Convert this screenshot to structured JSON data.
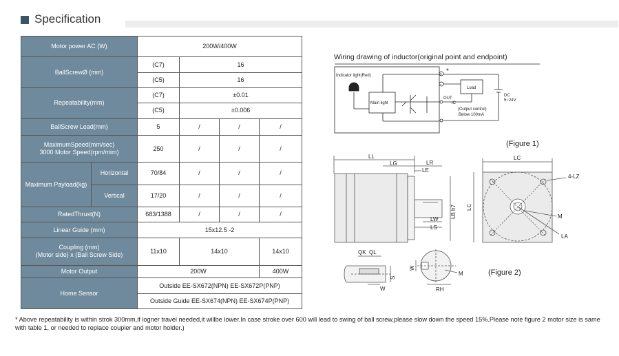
{
  "header": {
    "title": "Specification"
  },
  "table": {
    "motor_power_label": "Motor power AC (W)",
    "motor_power_value": "200W/400W",
    "ballscrew_label": "BallScrewØ (mm)",
    "ballscrew_c7_grade": "(C7)",
    "ballscrew_c7_value": "16",
    "ballscrew_c5_grade": "(C5)",
    "ballscrew_c5_value": "16",
    "repeat_label": "Repeatability(mm)",
    "repeat_c7_grade": "(C7)",
    "repeat_c7_value": "±0.01",
    "repeat_c5_grade": "(C5)",
    "repeat_c5_value": "±0.006",
    "lead_label": "BallScrew Lead(mm)",
    "lead_values": [
      "5",
      "/",
      "/",
      "/"
    ],
    "speed_label_1": "MaximumSpeed(mm/sec)",
    "speed_label_2": "3000 Motor Speed(rpm/mim)",
    "speed_values": [
      "250",
      "/",
      "/",
      "/"
    ],
    "payload_label": "Maximum Payload(kg)",
    "horizontal_label": "Horizontal",
    "horizontal_values": [
      "70/84",
      "/",
      "/",
      "/"
    ],
    "vertical_label": "Vertical",
    "vertical_values": [
      "17/20",
      "/",
      "/",
      "/"
    ],
    "thrust_label": "RatedThrust(N)",
    "thrust_values": [
      "683/1388",
      "/",
      "/",
      "/"
    ],
    "guide_label": "Linear Guide (mm)",
    "guide_value": "15x12.5 -2",
    "coupling_label_1": "Coupling (mm)",
    "coupling_label_2": "(Motor side) x (Ball Screw Side)",
    "coupling_values": [
      "11x10",
      "14x10",
      "14x10"
    ],
    "output_label": "Motor Output",
    "output_values": [
      "200W",
      "400W"
    ],
    "home_label": "Home Sensor",
    "home_outside": "Outside  EE-SX672(NPN)  EE-SX672P(PNP)",
    "home_outside_guide": "Outside Guide  EE-SX674(NPN)  EE-SX674P(PNP)"
  },
  "wiring": {
    "title": "Wiring drawing of inductor(original point and endpoint)",
    "indicator": "Indicator light(Red)",
    "main_light": "Main light",
    "load": "Load",
    "out": "OUT",
    "ic": "IC",
    "output_control_1": "(Output control)",
    "output_control_2": "Below 100mA",
    "dc_1": "DC",
    "dc_2": "5~24V",
    "plus": "+",
    "minus": "-",
    "star": "*",
    "caption": "(Figure 1)"
  },
  "dimensions": {
    "LL": "LL",
    "LG": "LG",
    "LR": "LR",
    "LE": "LE",
    "LB": "LB h7",
    "LW": "LW",
    "LS": "LS",
    "LC": "LC",
    "LZ": "4-LZ",
    "M": "M",
    "LA": "LA",
    "QK": "QK",
    "QL": "QL",
    "W": "W",
    "S": "S",
    "RH": "RH",
    "W2": "W",
    "M2": "M",
    "caption": "(Figure 2)"
  },
  "note": "* Above repeatability is within strok 300mm,if logner travel needed,it willbe lower.In case stroke over 600 will lead to swing of ball screw,please slow down the speed 15%.Please note figure 2 motor size is same with table 1, or needed to replace coupler and motor holder.)"
}
